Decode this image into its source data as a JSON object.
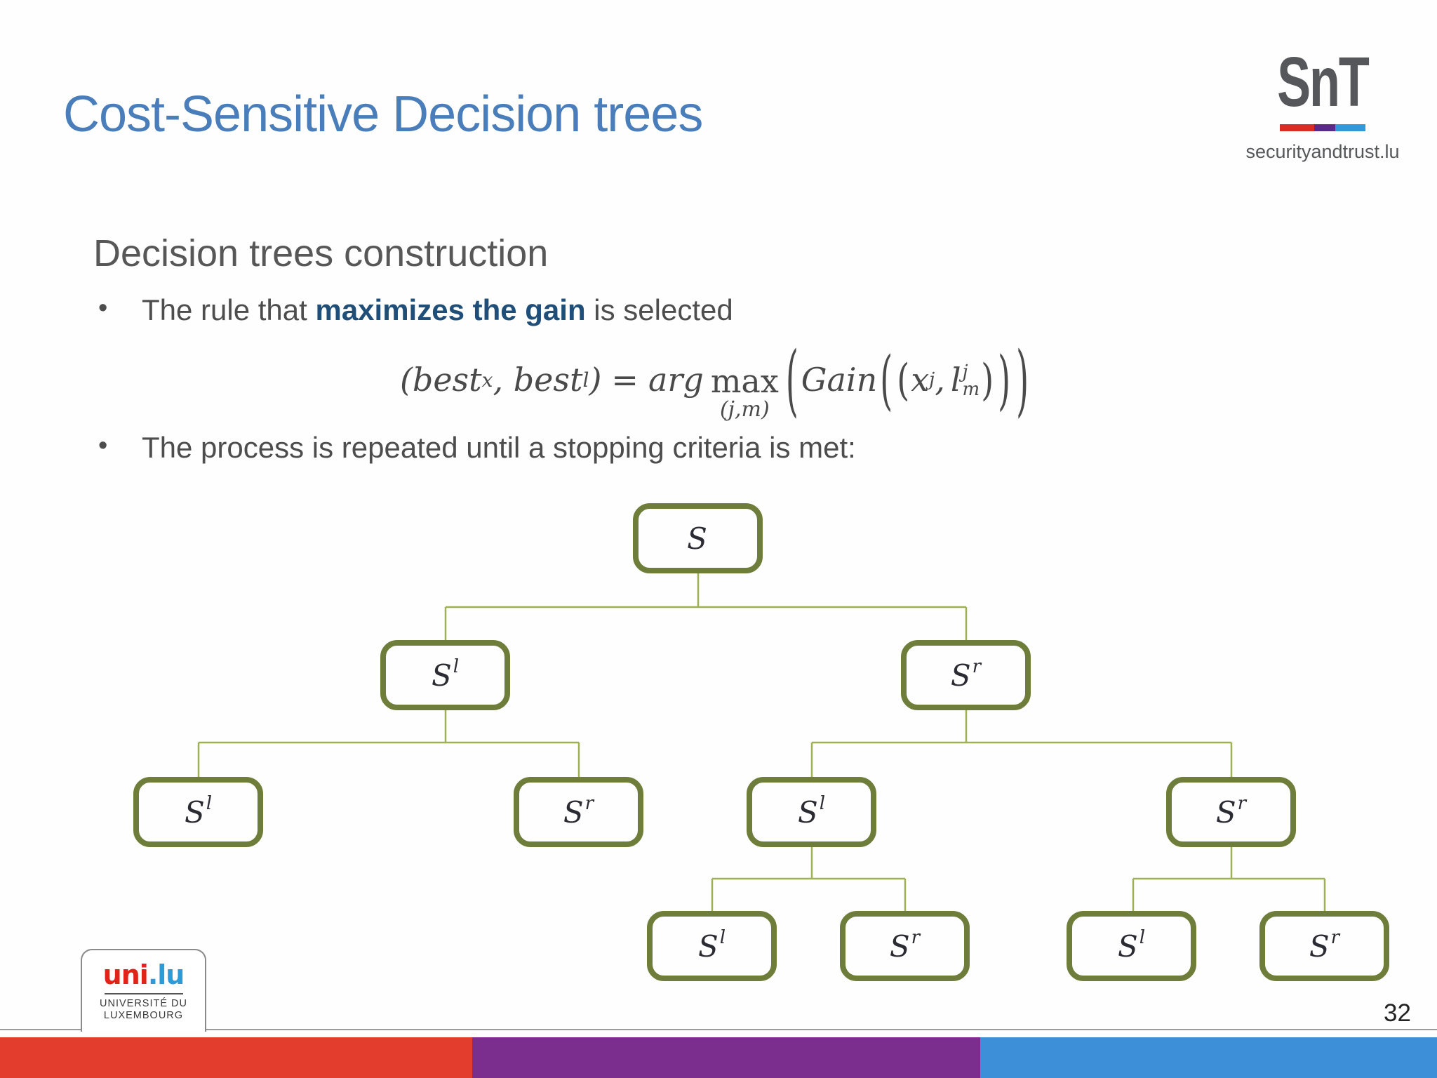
{
  "slide": {
    "title": "Cost-Sensitive Decision trees",
    "subtitle": "Decision trees construction",
    "bullets": {
      "marker": "•",
      "b1_pre": "The rule that ",
      "b1_bold": "maximizes the gain",
      "b1_post": " is selected",
      "b2": "The process is repeated until a stopping criteria is met:"
    },
    "page_number": "32"
  },
  "formula": {
    "lhs_open_best": "(best",
    "sub_x": "x",
    "comma_best": ", best",
    "sub_l": "l",
    "lhs_close": ")",
    "equals": "=",
    "arg": "arg",
    "max": "max",
    "max_under": "(j,m)",
    "paren_outer_open": "(",
    "gain": "Gain",
    "paren_mid_open": "(",
    "paren_inner_open": "(",
    "x": "x",
    "x_sup": "j",
    "comma2": ",",
    "l": "l",
    "l_sup": "j",
    "l_sub": "m",
    "paren_inner_close": ")",
    "paren_mid_close": ")",
    "paren_outer_close": ")"
  },
  "tree": {
    "nodes": [
      {
        "base": "S",
        "sup": ""
      },
      {
        "base": "S",
        "sup": "l"
      },
      {
        "base": "S",
        "sup": "r"
      },
      {
        "base": "S",
        "sup": "l"
      },
      {
        "base": "S",
        "sup": "r"
      },
      {
        "base": "S",
        "sup": "l"
      },
      {
        "base": "S",
        "sup": "r"
      },
      {
        "base": "S",
        "sup": "l"
      },
      {
        "base": "S",
        "sup": "r"
      },
      {
        "base": "S",
        "sup": "l"
      },
      {
        "base": "S",
        "sup": "r"
      }
    ]
  },
  "snt_logo": {
    "wordmark": "SnT",
    "domain": "securityandtrust.lu"
  },
  "uni_logo": {
    "uni": "uni",
    "lu": ".lu",
    "line1": "UNIVERSITÉ DU",
    "line2": "LUXEMBOURG"
  },
  "colors": {
    "title_blue": "#4a7ebb",
    "emphasis_navy": "#1f4e79",
    "body_gray": "#4d4d4d",
    "node_border_olive": "#6e7d3a",
    "connector_green": "#9db154",
    "bar_red": "#e23d2d",
    "bar_purple": "#7b2e8d",
    "bar_blue": "#3d8fd8",
    "snt_gray": "#56575b",
    "uni_red": "#e2231a",
    "uni_blue": "#2e9ad7"
  }
}
